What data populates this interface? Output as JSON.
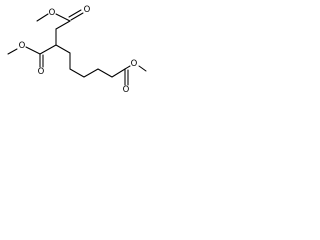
{
  "molecule": {
    "atom_labels": {
      "o_top_carbonyl": "O",
      "o_top_ether": "O",
      "o_left_ether": "O",
      "o_left_carbonyl": "O",
      "o_right_ether": "O",
      "o_right_carbonyl": "O"
    },
    "colors": {
      "bond": "#000000",
      "text": "#000000",
      "background": "#ffffff"
    }
  }
}
